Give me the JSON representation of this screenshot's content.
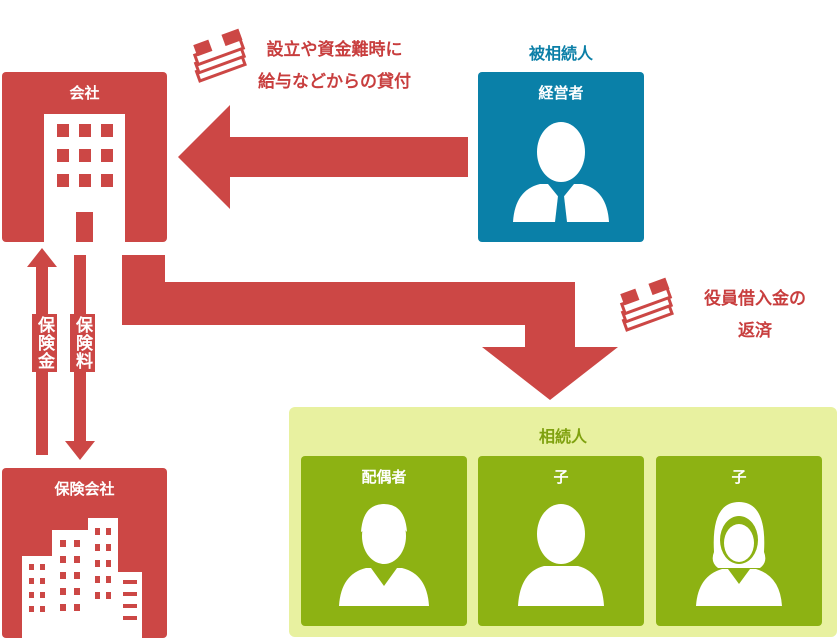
{
  "company": {
    "title": "会社"
  },
  "insurer": {
    "title": "保険会社"
  },
  "decedent": {
    "role": "被相続人",
    "title": "経営者"
  },
  "loan_note": {
    "line1": "設立や資金難時に",
    "line2": "給与などからの貸付"
  },
  "repay_note": {
    "line1": "役員借入金の",
    "line2": "返済"
  },
  "insurance": {
    "payout": "保険金",
    "premium": "保険料"
  },
  "heirs": {
    "title": "相続人",
    "members": [
      {
        "label": "配偶者"
      },
      {
        "label": "子"
      },
      {
        "label": "子"
      }
    ]
  },
  "colors": {
    "red": "#cc4745",
    "teal": "#0a80a8",
    "green": "#8db213",
    "light_green": "#e8f1a0"
  }
}
